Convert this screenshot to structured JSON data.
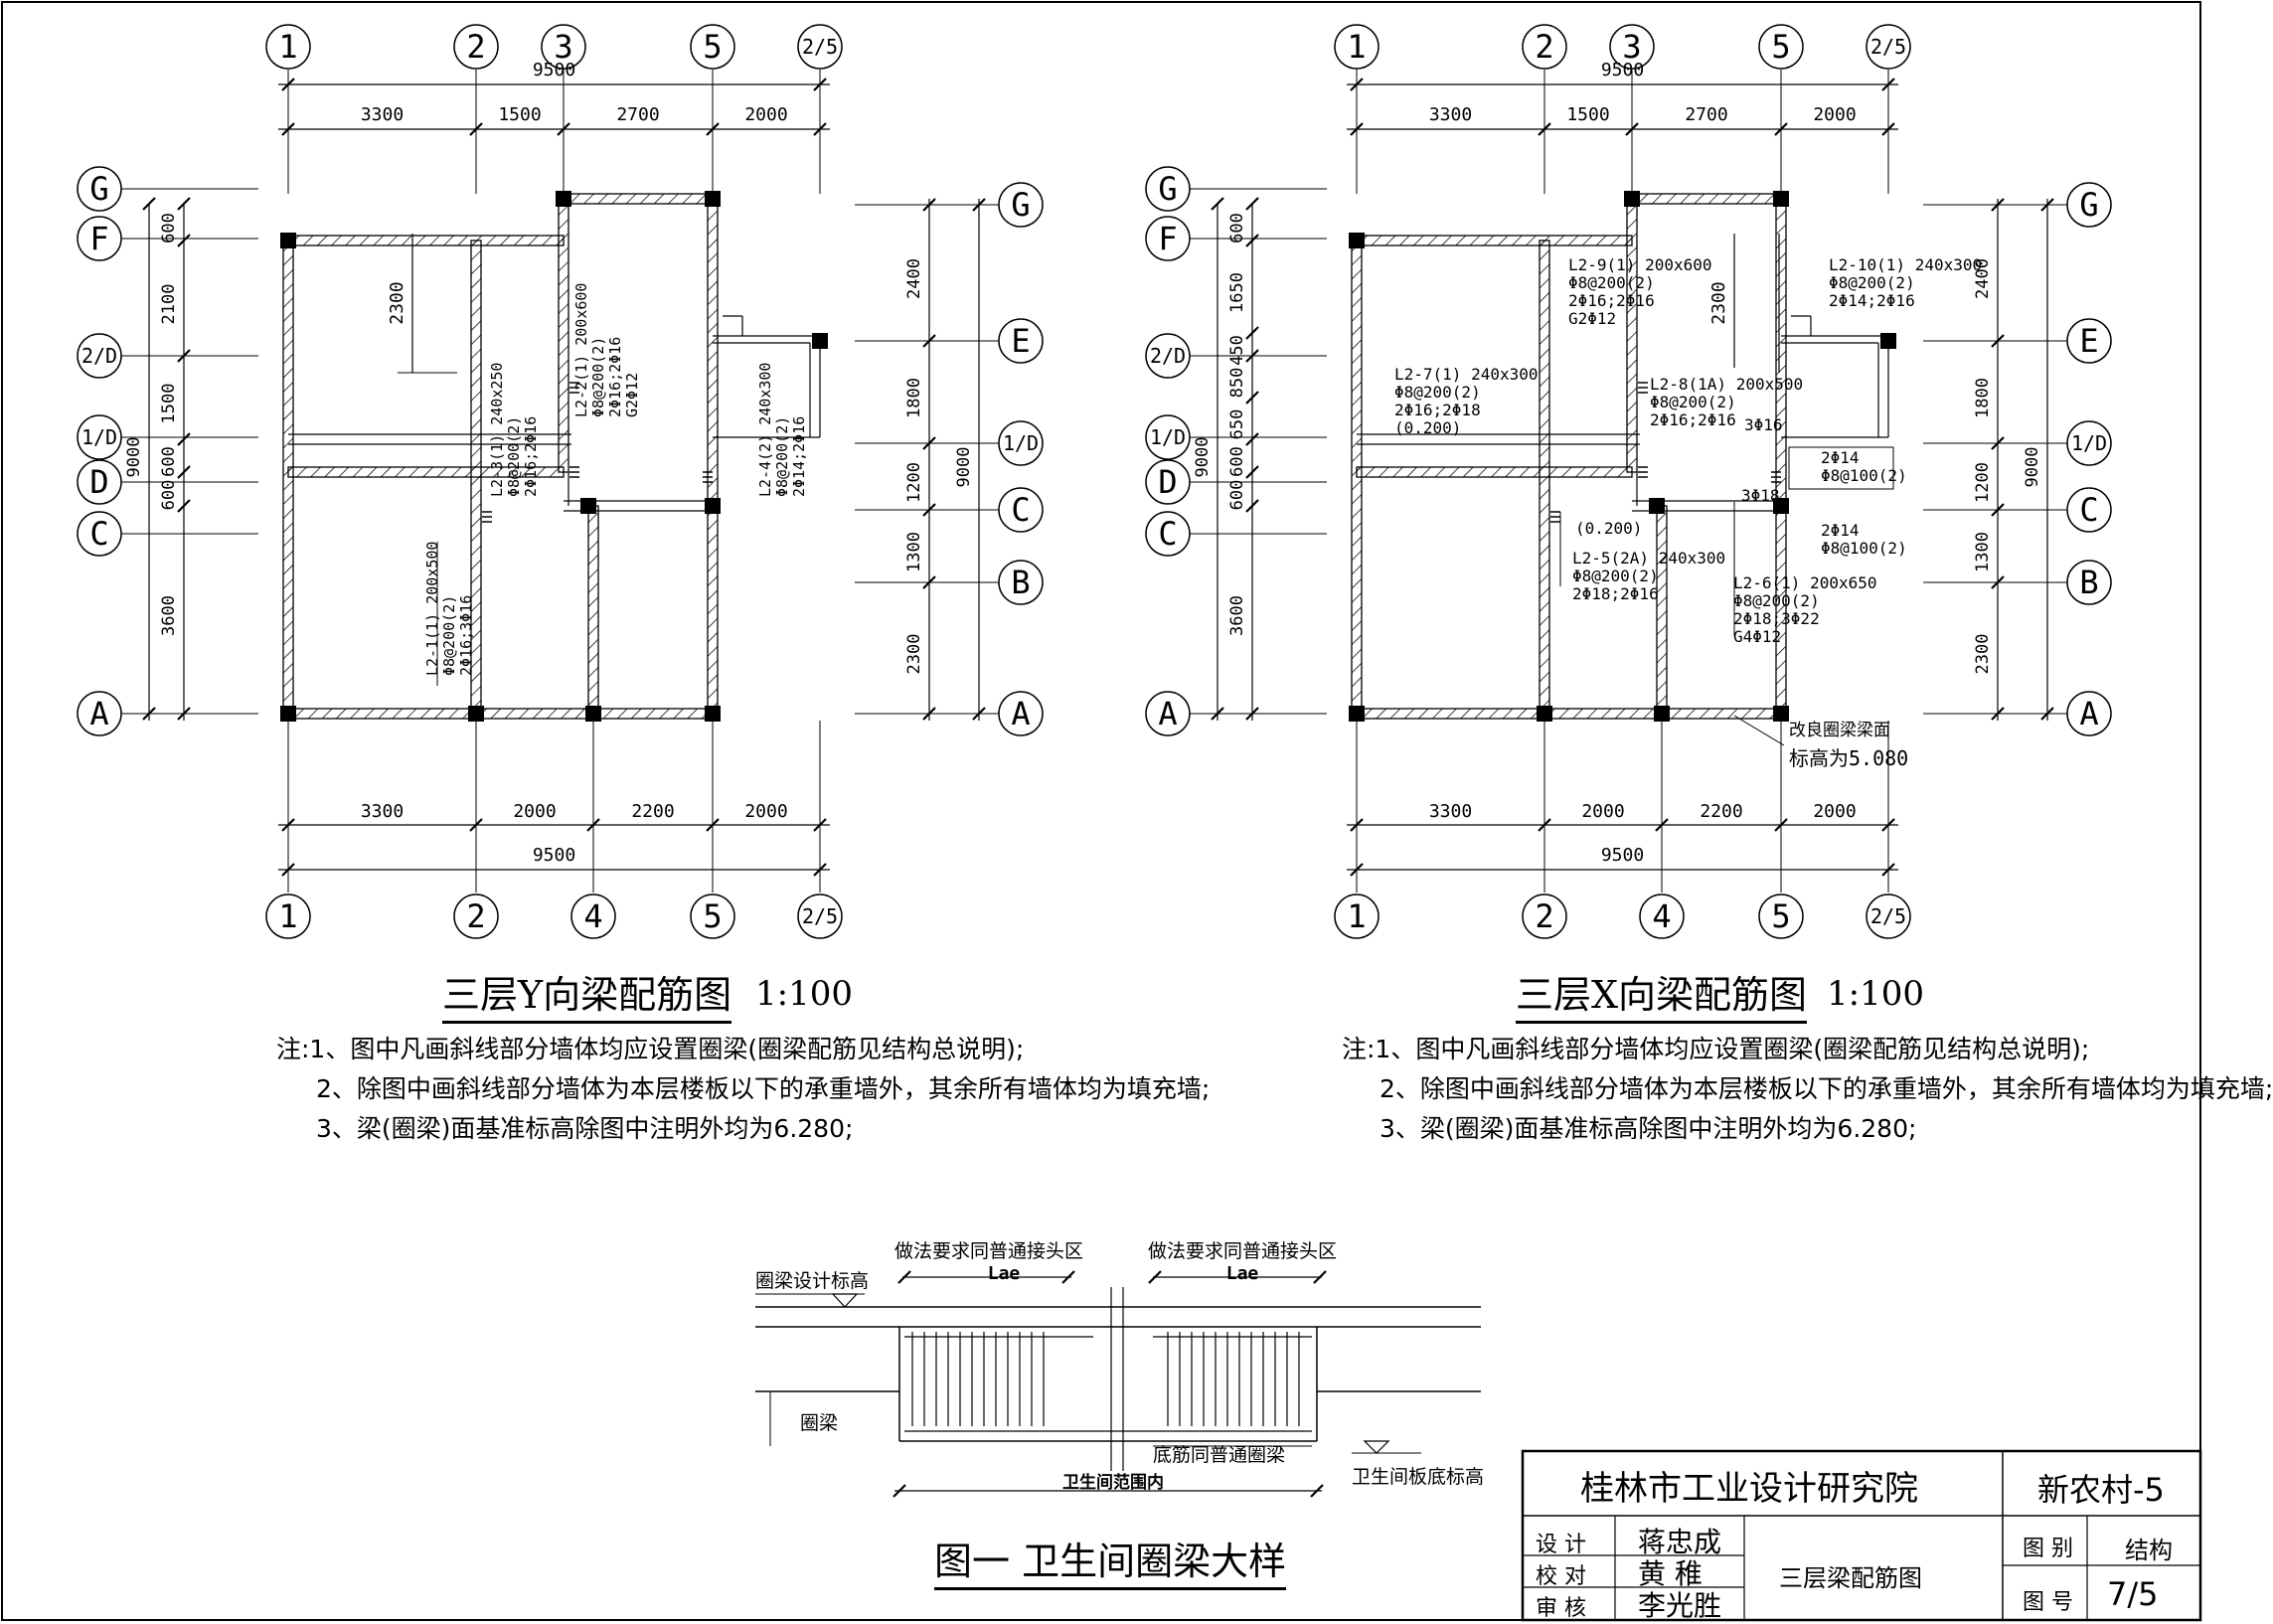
{
  "left_plan": {
    "title": "三层Y向梁配筋图",
    "scale": "1:100",
    "top_axes": [
      "1",
      "2",
      "3",
      "5",
      "2/5"
    ],
    "bottom_axes": [
      "1",
      "2",
      "4",
      "5",
      "2/5"
    ],
    "left_axes": [
      "G",
      "F",
      "2/D",
      "1/D",
      "D",
      "C",
      "A"
    ],
    "right_axes": [
      "G",
      "E",
      "1/D",
      "C",
      "B",
      "A"
    ],
    "top_total": "9500",
    "top_dims": [
      "3300",
      "1500",
      "2700",
      "2000"
    ],
    "bottom_dims": [
      "3300",
      "2000",
      "2200",
      "2000"
    ],
    "bottom_total": "9500",
    "left_dims": [
      "600",
      "2100",
      "1500",
      "600",
      "600",
      "3600"
    ],
    "left_total": "9000",
    "right_dims": [
      "2400",
      "1800",
      "1200",
      "1300",
      "2300"
    ],
    "right_total": "9000",
    "inner_dim": "2300",
    "beams": [
      {
        "label": "L2-1(1) 200x500",
        "lines": [
          "Φ8@200(2)",
          "2Φ16;3Φ16"
        ]
      },
      {
        "label": "L2-2(1) 200x600",
        "lines": [
          "Φ8@200(2)",
          "2Φ16;2Φ16",
          "G2Φ12"
        ]
      },
      {
        "label": "L2-3(1) 240x250",
        "lines": [
          "Φ8@200(2)",
          "2Φ16;2Φ16"
        ]
      },
      {
        "label": "L2-4(2) 240x300",
        "lines": [
          "Φ8@200(2)",
          "2Φ14;2Φ16"
        ]
      }
    ],
    "notes": [
      "注:1、图中凡画斜线部分墙体均应设置圈梁(圈梁配筋见结构总说明);",
      "2、除图中画斜线部分墙体为本层楼板以下的承重墙外，其余所有墙体均为填充墙;",
      "3、梁(圈梁)面基准标高除图中注明外均为6.280;"
    ]
  },
  "right_plan": {
    "title": "三层X向梁配筋图",
    "scale": "1:100",
    "top_axes": [
      "1",
      "2",
      "3",
      "5",
      "2/5"
    ],
    "bottom_axes": [
      "1",
      "2",
      "4",
      "5",
      "2/5"
    ],
    "left_axes": [
      "G",
      "F",
      "2/D",
      "1/D",
      "D",
      "C",
      "A"
    ],
    "right_axes": [
      "G",
      "E",
      "1/D",
      "C",
      "B",
      "A"
    ],
    "top_total": "9500",
    "top_dims": [
      "3300",
      "1500",
      "2700",
      "2000"
    ],
    "bottom_dims": [
      "3300",
      "2000",
      "2200",
      "2000"
    ],
    "bottom_total": "9500",
    "left_dims": [
      "600",
      "1650",
      "450",
      "850",
      "650",
      "600",
      "600",
      "3600"
    ],
    "left_total": "9000",
    "right_dims": [
      "2400",
      "1800",
      "1200",
      "1300",
      "2300"
    ],
    "right_total": "9000",
    "inner_dim": "2300",
    "beams": [
      {
        "label": "L2-9(1) 200x600",
        "lines": [
          "Φ8@200(2)",
          "2Φ16;2Φ16",
          "G2Φ12"
        ]
      },
      {
        "label": "L2-10(1) 240x300",
        "lines": [
          "Φ8@200(2)",
          "2Φ14;2Φ16"
        ]
      },
      {
        "label": "L2-7(1) 240x300",
        "lines": [
          "Φ8@200(2)",
          "2Φ16;2Φ18",
          "(0.200)"
        ]
      },
      {
        "label": "L2-8(1A) 200x500",
        "lines": [
          "Φ8@200(2)",
          "2Φ16;2Φ16"
        ]
      },
      {
        "label": "L2-5(2A) 240x300",
        "lines": [
          "Φ8@200(2)",
          "2Φ18;2Φ16"
        ]
      },
      {
        "label": "L2-6(1) 200x650",
        "lines": [
          "Φ8@200(2)",
          "2Φ18;3Φ22",
          "G4Φ12"
        ]
      }
    ],
    "extras": [
      "3Φ16",
      "2Φ14",
      "Φ8@100(2)",
      "3Φ18",
      "2Φ14",
      "Φ8@100(2)",
      "(0.200)"
    ],
    "ring_note": [
      "改良圈梁梁面",
      "标高为5.080"
    ],
    "notes": [
      "注:1、图中凡画斜线部分墙体均应设置圈梁(圈梁配筋见结构总说明);",
      "2、除图中画斜线部分墙体为本层楼板以下的承重墙外，其余所有墙体均为填充墙;",
      "3、梁(圈梁)面基准标高除图中注明外均为6.280;"
    ]
  },
  "detail": {
    "title": "图一 卫生间圈梁大样",
    "lap1": "做法要求同普通接头区",
    "lae1": "Lae",
    "lap2": "做法要求同普通接头区",
    "lae2": "Lae",
    "ring_elev": "圈梁设计标高",
    "ring": "圈梁",
    "bottom_bar": "底筋同普通圈梁",
    "range": "卫生间范围内",
    "slab_elev": "卫生间板底标高"
  },
  "title_block": {
    "company": "桂林市工业设计研究院",
    "project": "新农村-5",
    "rows": [
      {
        "role": "设 计",
        "name": "蒋忠成"
      },
      {
        "role": "校 对",
        "name": "黄 稚"
      },
      {
        "role": "审 核",
        "name": "李光胜"
      }
    ],
    "drawing_name": "三层梁配筋图",
    "category_label": "图 别",
    "category": "结构",
    "number_label": "图 号",
    "number": "7/5"
  }
}
